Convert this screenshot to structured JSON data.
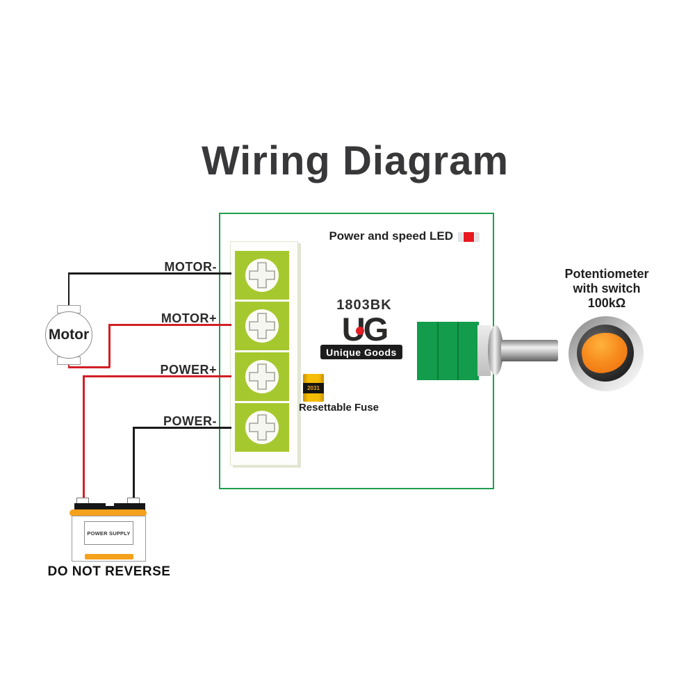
{
  "title": "Wiring Diagram",
  "board": {
    "led_label": "Power and speed LED",
    "model": "1803BK",
    "logo_text": "UG",
    "logo_subtext": "Unique Goods",
    "fuse_code": "2031",
    "fuse_label": "Resettable Fuse",
    "terminals": [
      "MOTOR-",
      "MOTOR+",
      "POWER+",
      "POWER-"
    ]
  },
  "potentiometer": {
    "lines": [
      "Potentiometer",
      "with switch",
      "100kΩ"
    ]
  },
  "motor_label": "Motor",
  "power_supply": {
    "label": "POWER SUPPLY",
    "warning": "DO NOT REVERSE"
  },
  "colors": {
    "box_green": "#1f9e4d",
    "terminal_lime": "#a6c82f",
    "pot_green": "#129c4c",
    "wire_red": "#d21f26",
    "wire_black": "#1a1a1a",
    "battery_orange": "#f5a11c",
    "fuse_yellow": "#f6bd05",
    "led_red": "#e8191f",
    "knob_orange": "#f78c1e"
  }
}
